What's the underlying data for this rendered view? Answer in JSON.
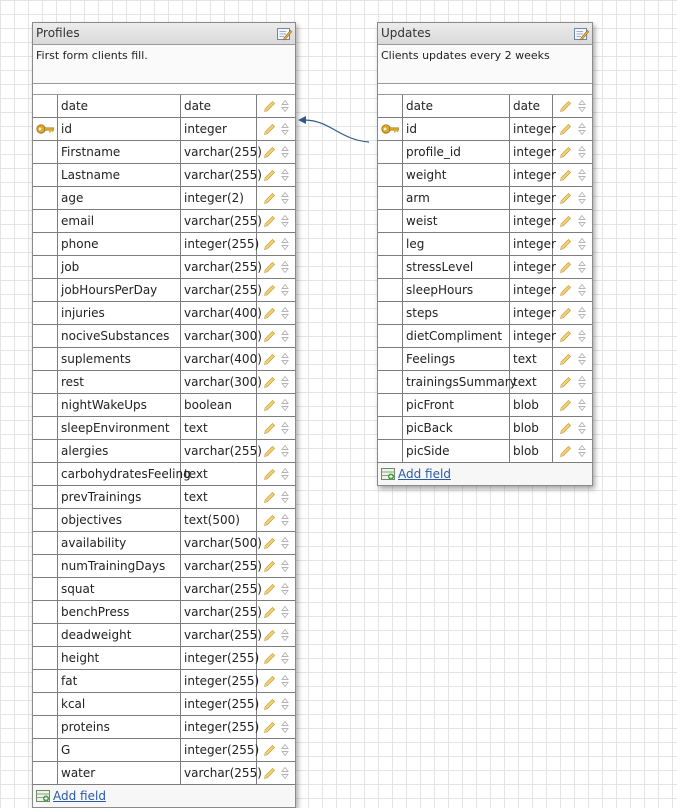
{
  "profiles": {
    "title": "Profiles",
    "description": "First form clients fill.",
    "add_field_label": "Add field",
    "fields": [
      {
        "name": "date",
        "type": "date",
        "key": false
      },
      {
        "name": "id",
        "type": "integer",
        "key": true
      },
      {
        "name": "Firstname",
        "type": "varchar(255)",
        "key": false
      },
      {
        "name": "Lastname",
        "type": "varchar(255)",
        "key": false
      },
      {
        "name": "age",
        "type": "integer(2)",
        "key": false
      },
      {
        "name": "email",
        "type": "varchar(255)",
        "key": false
      },
      {
        "name": "phone",
        "type": "integer(255)",
        "key": false
      },
      {
        "name": "job",
        "type": "varchar(255)",
        "key": false
      },
      {
        "name": "jobHoursPerDay",
        "type": "varchar(255)",
        "key": false
      },
      {
        "name": "injuries",
        "type": "varchar(400)",
        "key": false
      },
      {
        "name": "nociveSubstances",
        "type": "varchar(300)",
        "key": false
      },
      {
        "name": "suplements",
        "type": "varchar(400)",
        "key": false
      },
      {
        "name": "rest",
        "type": "varchar(300)",
        "key": false
      },
      {
        "name": "nightWakeUps",
        "type": "boolean",
        "key": false
      },
      {
        "name": "sleepEnvironment",
        "type": "text",
        "key": false
      },
      {
        "name": "alergies",
        "type": "varchar(255)",
        "key": false
      },
      {
        "name": "carbohydratesFeeling",
        "type": "text",
        "key": false
      },
      {
        "name": "prevTrainings",
        "type": "text",
        "key": false
      },
      {
        "name": "objectives",
        "type": "text(500)",
        "key": false
      },
      {
        "name": "availability",
        "type": "varchar(500)",
        "key": false
      },
      {
        "name": "numTrainingDays",
        "type": "varchar(255)",
        "key": false
      },
      {
        "name": "squat",
        "type": "varchar(255)",
        "key": false
      },
      {
        "name": "benchPress",
        "type": "varchar(255)",
        "key": false
      },
      {
        "name": "deadweight",
        "type": "varchar(255)",
        "key": false
      },
      {
        "name": "height",
        "type": "integer(255)",
        "key": false
      },
      {
        "name": "fat",
        "type": "integer(255)",
        "key": false
      },
      {
        "name": "kcal",
        "type": "integer(255)",
        "key": false
      },
      {
        "name": "proteins",
        "type": "integer(255)",
        "key": false
      },
      {
        "name": "G",
        "type": "integer(255)",
        "key": false
      },
      {
        "name": "water",
        "type": "varchar(255)",
        "key": false
      }
    ]
  },
  "updates": {
    "title": "Updates",
    "description": "Clients updates every 2 weeks",
    "add_field_label": "Add field",
    "fields": [
      {
        "name": "date",
        "type": "date",
        "key": false
      },
      {
        "name": "id",
        "type": "integer",
        "key": true
      },
      {
        "name": "profile_id",
        "type": "integer",
        "key": false
      },
      {
        "name": "weight",
        "type": "integer",
        "key": false
      },
      {
        "name": "arm",
        "type": "integer",
        "key": false
      },
      {
        "name": "weist",
        "type": "integer",
        "key": false
      },
      {
        "name": "leg",
        "type": "integer",
        "key": false
      },
      {
        "name": "stressLevel",
        "type": "integer",
        "key": false
      },
      {
        "name": "sleepHours",
        "type": "integer",
        "key": false
      },
      {
        "name": "steps",
        "type": "integer",
        "key": false
      },
      {
        "name": "dietCompliment",
        "type": "integer",
        "key": false
      },
      {
        "name": "Feelings",
        "type": "text",
        "key": false
      },
      {
        "name": "trainingsSummary",
        "type": "text",
        "key": false
      },
      {
        "name": "picFront",
        "type": "blob",
        "key": false
      },
      {
        "name": "picBack",
        "type": "blob",
        "key": false
      },
      {
        "name": "picSide",
        "type": "blob",
        "key": false
      }
    ]
  },
  "relation": {
    "from_table": "Updates",
    "from_field": "profile_id",
    "to_table": "Profiles",
    "to_field": "id",
    "line_color": "#2f5b8a"
  },
  "colors": {
    "key_icon": "#e0a82e",
    "pencil": "#e8c15a",
    "link": "#2a5aa8"
  }
}
